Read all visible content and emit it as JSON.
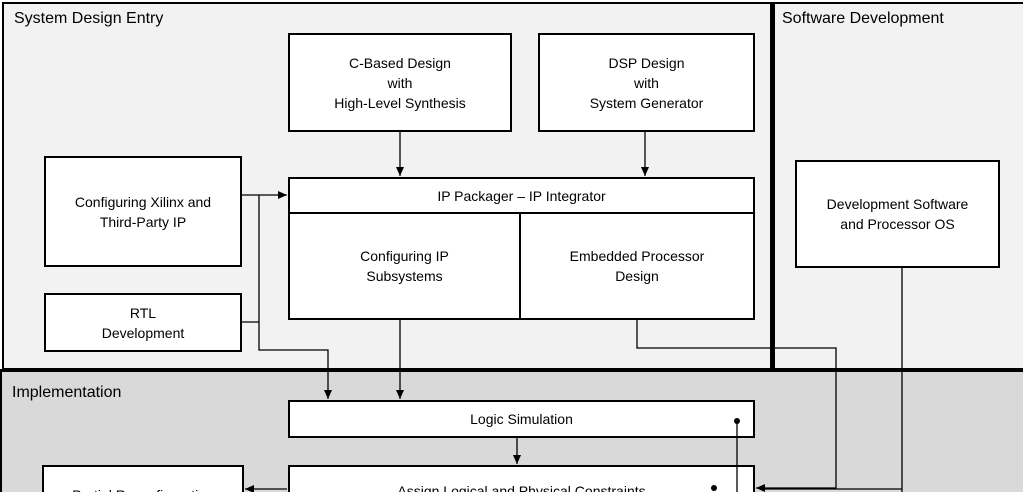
{
  "regions": {
    "system_design_entry": "System Design Entry",
    "software_development": "Software Development",
    "implementation": "Implementation"
  },
  "boxes": {
    "c_based_design": "C-Based Design\nwith\nHigh-Level Synthesis",
    "dsp_design": "DSP Design\nwith\nSystem Generator",
    "configuring_xilinx_ip": "Configuring Xilinx and\nThird-Party IP",
    "rtl_development": "RTL\nDevelopment",
    "ip_packager": "IP Packager – IP Integrator",
    "configuring_ip_subsystems": "Configuring IP\nSubsystems",
    "embedded_processor_design": "Embedded Processor\nDesign",
    "development_software": "Development Software\nand Processor OS",
    "logic_simulation": "Logic Simulation",
    "assign_constraints": "Assign Logical and Physical Constraints",
    "partial_reconfiguration": "Partial Reconfiguration"
  },
  "colors": {
    "design_entry_bg": "#f2f2f2",
    "software_bg": "#f2f2f2",
    "implementation_bg": "#d9d9d9",
    "box_bg": "#ffffff",
    "line": "#000000"
  }
}
